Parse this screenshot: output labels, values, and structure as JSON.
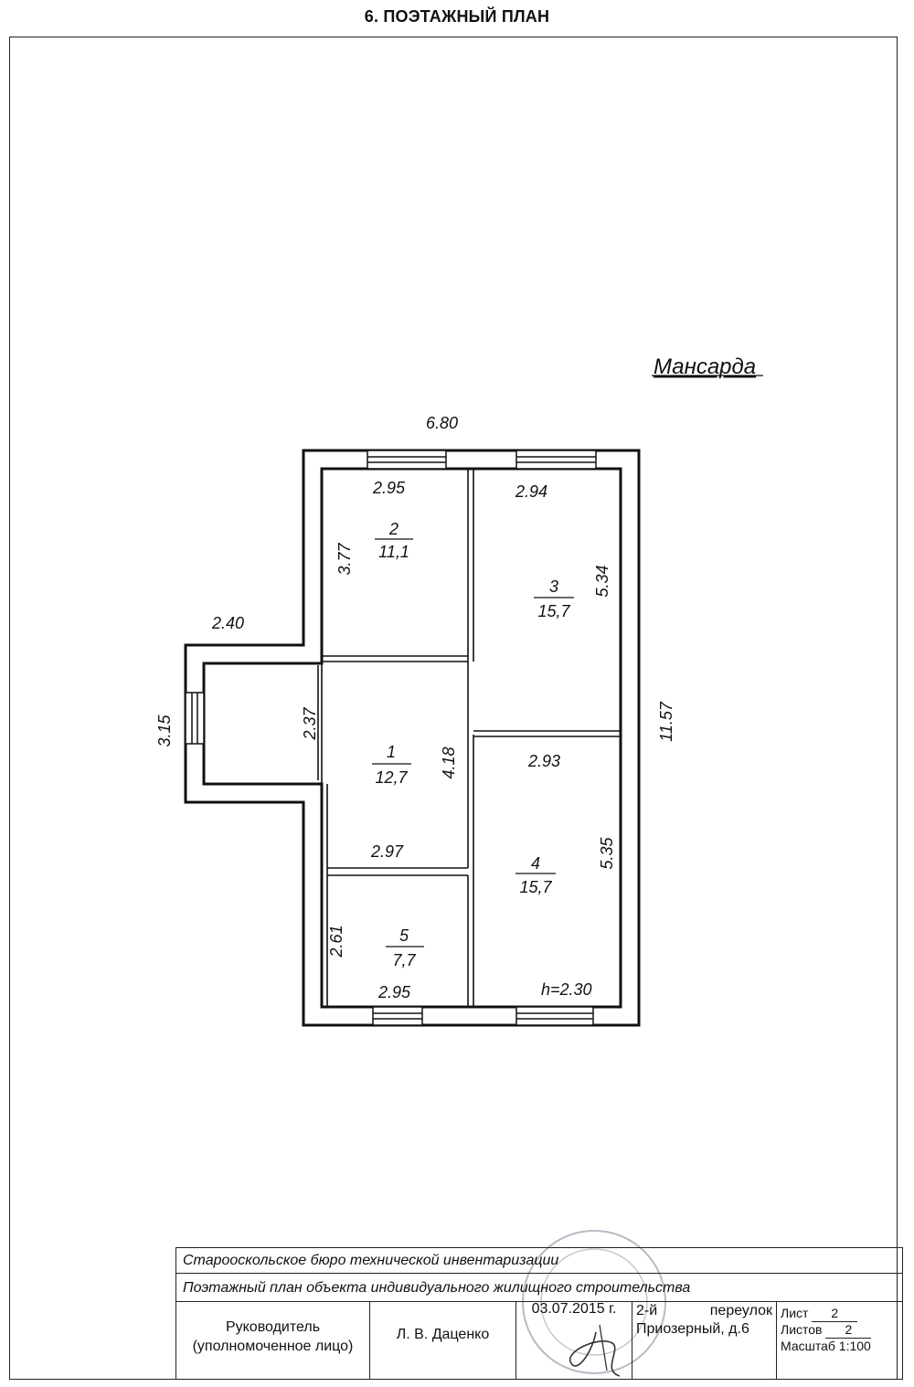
{
  "page": {
    "title": "6. ПОЭТАЖНЫЙ ПЛАН"
  },
  "plan": {
    "floor_label": "Мансарда",
    "total_width": "6.80",
    "total_height": "11.57",
    "annex_width": "2.40",
    "annex_height": "3.15",
    "rooms": [
      {
        "number": "1",
        "area": "12,7",
        "dims": [
          "2.37",
          "4.18",
          "2.97"
        ]
      },
      {
        "number": "2",
        "area": "11,1",
        "dims": [
          "2.95",
          "3.77"
        ]
      },
      {
        "number": "3",
        "area": "15,7",
        "dims": [
          "2.94",
          "5.34"
        ]
      },
      {
        "number": "4",
        "area": "15,7",
        "dims": [
          "2.93",
          "5.35"
        ]
      },
      {
        "number": "5",
        "area": "7,7",
        "dims": [
          "2.95",
          "2.61"
        ]
      }
    ],
    "ceiling_height": "h=2.30"
  },
  "title_block": {
    "org": "Старооскольское бюро технической инвентаризации",
    "doc": "Поэтажный план объекта индивидуального жилищного строительства",
    "head_line1": "Руководитель",
    "head_line2": "(уполномоченное лицо)",
    "name": "Л. В. Даценко",
    "date": "03.07.2015 г.",
    "address_part1": "2-й",
    "address_part2": "переулок",
    "address_line2": "Приозерный, д.6",
    "sheet_label": "Лист",
    "sheet_value": "2",
    "sheets_label": "Листов",
    "sheets_value": "2",
    "scale": "Масштаб 1:100"
  }
}
